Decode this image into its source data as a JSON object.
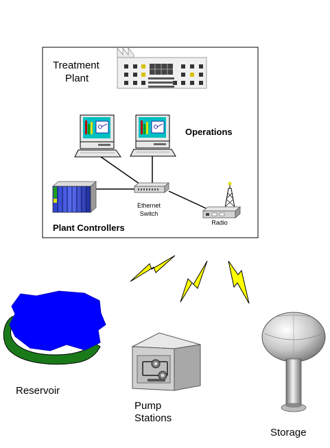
{
  "plant": {
    "title_line1": "Treatment",
    "title_line2": "Plant",
    "operations_label": "Operations",
    "controllers_label": "Plant Controllers",
    "switch_label_line1": "Ethernet",
    "switch_label_line2": "Switch",
    "radio_label": "Radio"
  },
  "sites": {
    "reservoir_label": "Reservoir",
    "pump_label_line1": "Pump",
    "pump_label_line2": "Stations",
    "storage_label": "Storage"
  },
  "colors": {
    "water": "#0000ff",
    "ground": "#1a7a1a",
    "lightning": "#ffff00",
    "screen": "#00c0c0",
    "controller_blue": "#2b3fc8"
  }
}
